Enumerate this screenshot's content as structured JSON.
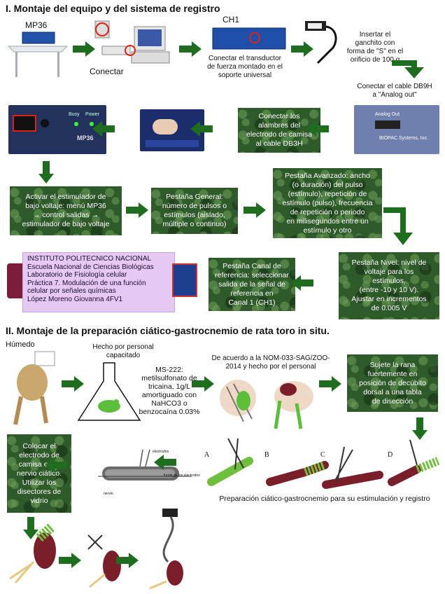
{
  "section1": {
    "title": "I. Montaje del equipo y del sistema de registro",
    "mp36_label": "MP36",
    "ch1_label": "CH1",
    "conectar_label": "Conectar",
    "transductor_text": [
      "Conectar el transductor",
      "de fuerza montado en el",
      "soporte universal"
    ],
    "ganchito_text": [
      "Insertar el",
      "ganchito con",
      "forma de \"S\" en el",
      "orificio de 100 g"
    ],
    "db9h_text": [
      "Conectar el cable DB9H",
      "a \"Analog out\""
    ],
    "box_alambres": [
      "Conectar los",
      "alambres del",
      "electrodo de camisa",
      "al cable DB3H"
    ],
    "box_activar": [
      "Activar el estimulador de",
      "bajo voltaje: menú MP36",
      "→ control salidas →",
      "estimulador de bajo voltaje"
    ],
    "box_general": [
      "Pestaña General:",
      "número de pulsos o",
      "estímulos (aislado,",
      "múltiple o continuo)"
    ],
    "box_avanzado": [
      "Pestaña Avanzado: ancho",
      "(o duración) del pulso",
      "(estímulo), repetición de",
      "estímulo (pulso), frecuencia",
      "de repetición o periodo",
      "en milisegundos entre un",
      "estímulo y otro"
    ],
    "box_nivel": [
      "Pestaña Nivel: nivel de",
      "voltaje para los",
      "estímulos,",
      "(entre -10 y 10 V).",
      "Ajustar en incrementos",
      "de 0.005 V"
    ],
    "box_canal": [
      "Pestaña Canal de",
      "referencia: seleccionar",
      "salida de la señal de",
      "referencia en",
      "Canal 1 (CH1)"
    ],
    "device_labels": {
      "busy": "Busy",
      "power": "Power",
      "mp36": "MP36",
      "analog_out": "Analog Out",
      "biopac": "BIOPAC Systems, Inc."
    }
  },
  "info_box": {
    "lines": [
      "INSTITUTO POLITECNICO NACIONAL",
      "Escuela Nacional de Ciencias Biológicas",
      "Laboratorio de Fisiología celular",
      "Práctica 7. Modulación de una función",
      "celular por señales químicas",
      "López Moreno Giovanna    4FV1"
    ]
  },
  "section2": {
    "title": "II. Montaje de la preparación ciático-gastrocnemio de rata toro in situ.",
    "humedo": "Húmedo",
    "hecho_por": [
      "Hecho por personal",
      "capacitado"
    ],
    "ms222": [
      "MS-222:",
      "metilsulfonato de",
      "tricaina, 1g/L",
      "amortiguado con",
      "NaHCO3 o",
      "benzocaína 0.03%"
    ],
    "nom": [
      "De acuerdo a la NOM-033-SAG/ZOO-",
      "2014 y hecho por el personal"
    ],
    "box_sujete": [
      "Sujete la rana",
      "fuertemente en",
      "posición de decúbito",
      "dorsal a una tabla",
      "de disección"
    ],
    "box_colocar": [
      "Colocar el",
      "electrodo de",
      "camisa en el",
      "nervio ciático.",
      "Utilizar los",
      "disectores de",
      "vidrio"
    ],
    "letters": [
      "A",
      "B",
      "C",
      "D"
    ],
    "prep_caption": "Preparación ciático-gastrocnemio para su estimulación y registro",
    "electrode_labels": [
      "electrodos",
      "funda de los electrodos",
      "nervio"
    ]
  },
  "colors": {
    "box_green": "#2f5a2a",
    "arrow_green": "#1f6e1f",
    "info_bg": "#e6c9f2",
    "frog_green": "#6fbf3c"
  }
}
